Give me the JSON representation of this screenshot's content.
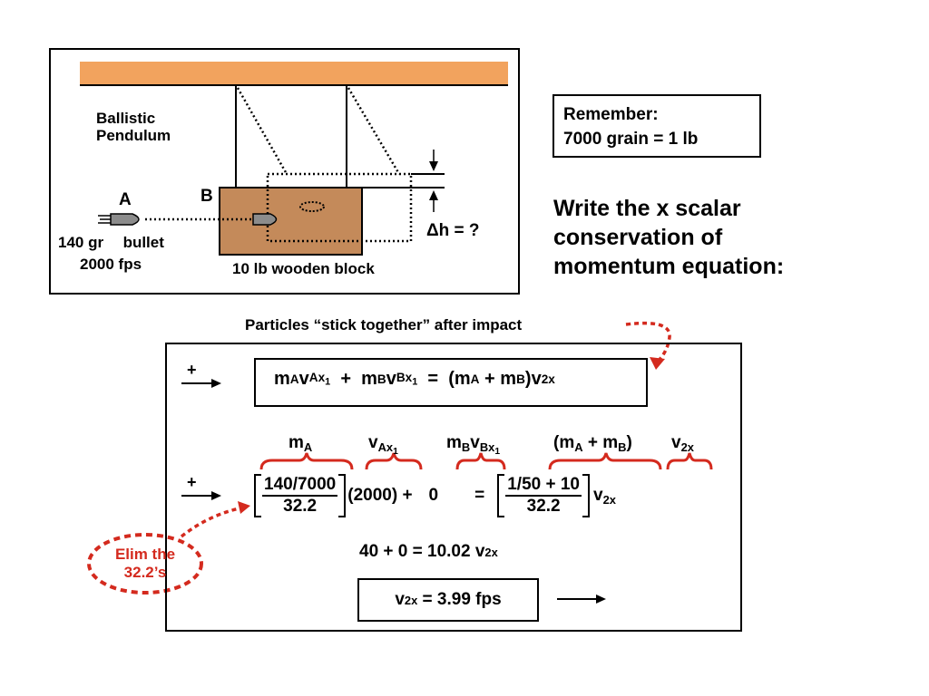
{
  "diagram": {
    "title_line1": "Ballistic",
    "title_line2": "Pendulum",
    "point_a": "A",
    "point_b": "B",
    "bullet_mass": "140 gr",
    "bullet_word": "bullet",
    "bullet_speed": "2000 fps",
    "block_label": "10 lb wooden block",
    "delta_h": "h = ?",
    "delta_symbol": "Δ",
    "block_color": "#c48a5a",
    "ceiling_color": "#f0a060"
  },
  "remember": {
    "line1": "Remember:",
    "line2": "7000 grain = 1 lb"
  },
  "prompt": {
    "line1": "Write the x scalar",
    "line2": "conservation of",
    "line3": "momentum equation:"
  },
  "annotation": {
    "stick_together": "Particles “stick together” after impact",
    "elim_line1": "Elim the",
    "elim_line2": "32.2’s",
    "accent_color": "#d42a1e"
  },
  "equation": {
    "plus_sign": "+",
    "row2_frac1_num": "140/7000",
    "row2_frac1_den": "32.2",
    "row2_v": "(2000) +",
    "row2_zero": "0",
    "row2_equals": "=",
    "row2_frac2_num": "1/50 + 10",
    "row2_frac2_den": "32.2",
    "row3": "40 + 0 = 10.02 v",
    "result": "= 3.99 fps"
  }
}
